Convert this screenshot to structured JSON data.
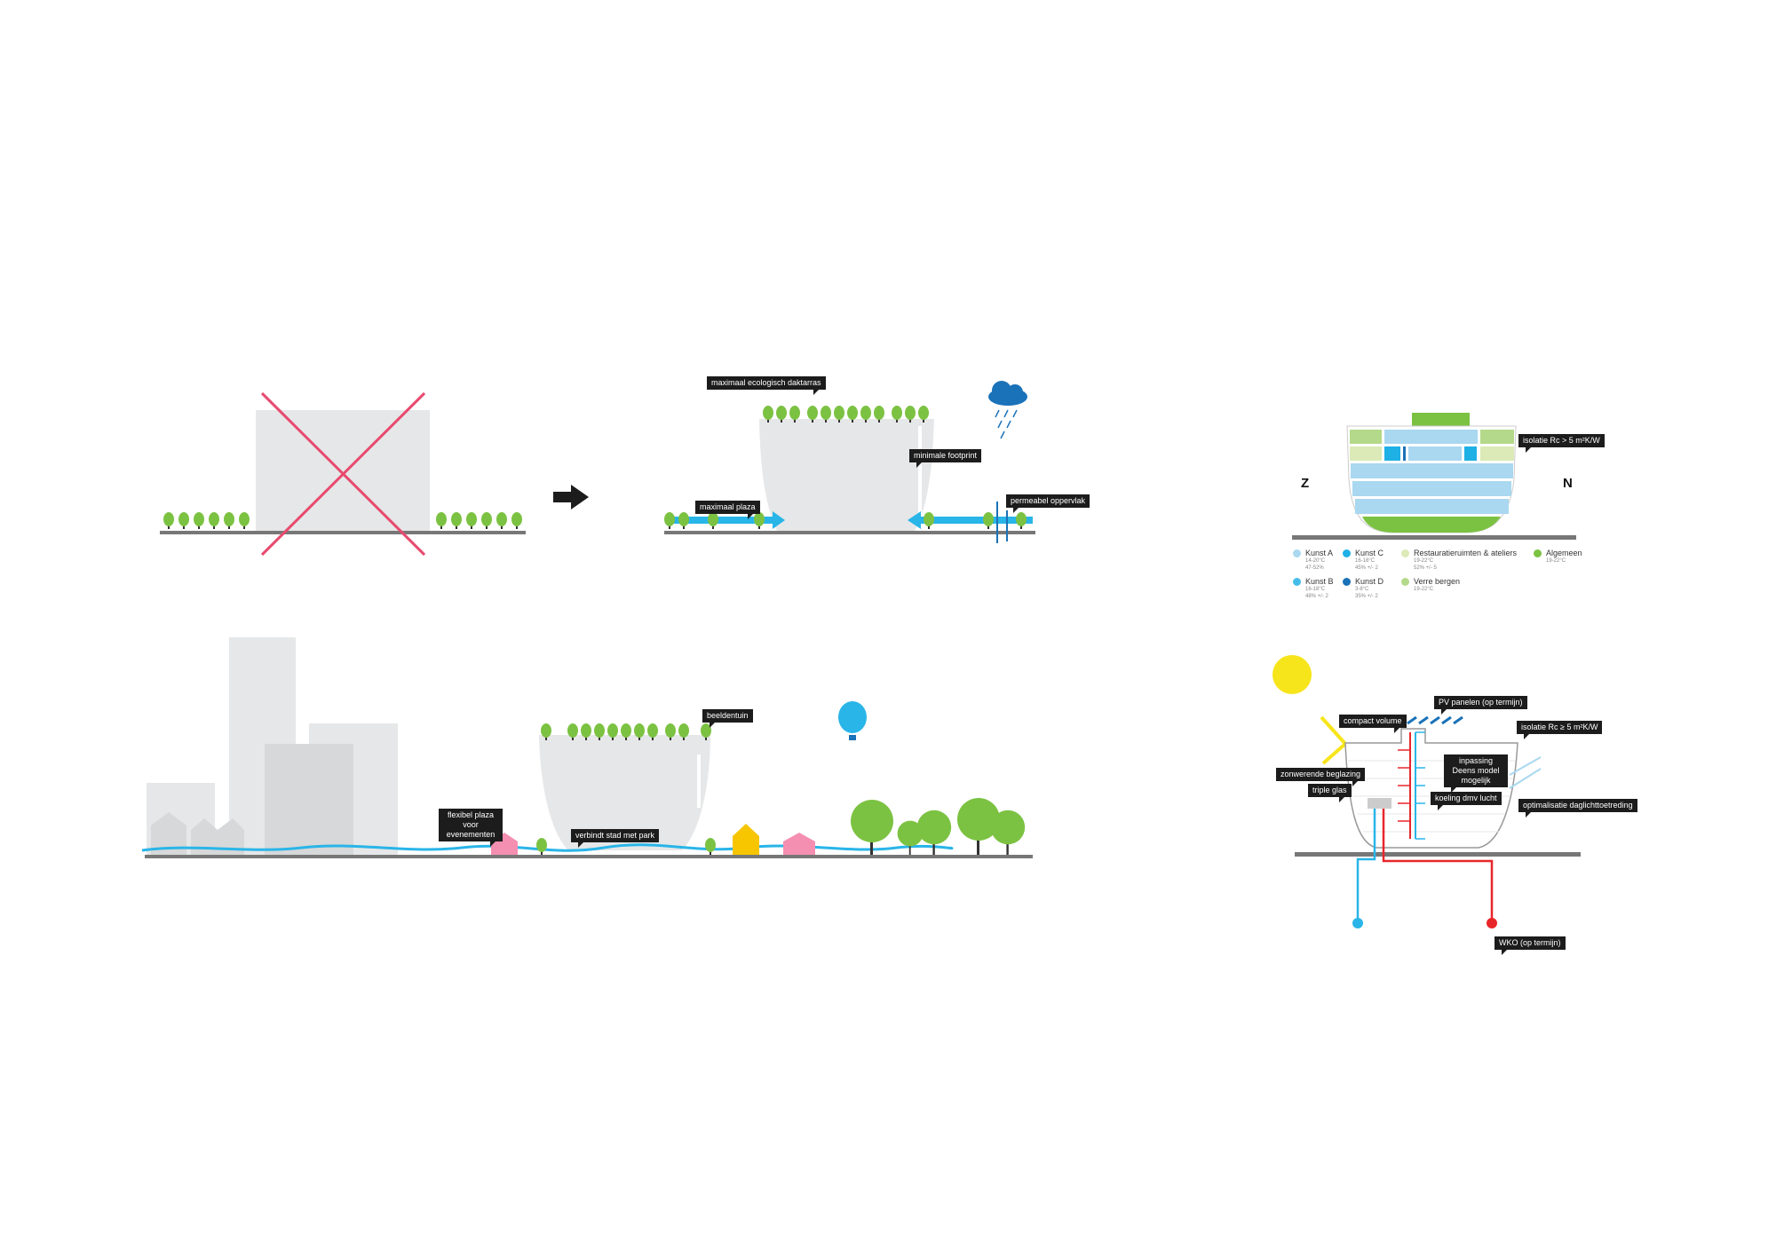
{
  "panel_current": {
    "labels": {}
  },
  "panel_concept": {
    "labels": {
      "roof": "maximaal ecologisch daktarras",
      "footprint": "minimale footprint",
      "plaza": "maximaal plaza",
      "permeable": "permeabel oppervlak"
    }
  },
  "panel_climate": {
    "label_insulation": "isolatie Rc > 5 m²K/W",
    "south": "Z",
    "north": "N",
    "legend": [
      {
        "name": "Kunst A",
        "line1": "14-20°C",
        "line2": "47-52%",
        "color": "#a9d8f0"
      },
      {
        "name": "Kunst C",
        "line1": "16-18°C",
        "line2": "45% +/- 2",
        "color": "#1fb0e6"
      },
      {
        "name": "Restauratieruimten & ateliers",
        "line1": "19-22°C",
        "line2": "52% +/- 5",
        "color": "#dbeab6"
      },
      {
        "name": "Algemeen",
        "line1": "19-22°C",
        "line2": "",
        "color": "#7cc242"
      },
      {
        "name": "Kunst B",
        "line1": "16-18°C",
        "line2": "48% +/- 2",
        "color": "#45bde9"
      },
      {
        "name": "Kunst D",
        "line1": "3-8°C",
        "line2": "35% +/- 2",
        "color": "#1a72b8"
      },
      {
        "name": "Verre bergen",
        "line1": "19-22°C",
        "line2": "",
        "color": "#b4d98a"
      }
    ]
  },
  "panel_city": {
    "labels": {
      "plaza": "flexibel plaza voor evenementen",
      "connect": "verbindt stad met park",
      "sculpture": "beeldentuin"
    }
  },
  "panel_energy": {
    "labels": {
      "pv": "PV panelen (op termijn)",
      "compact": "compact volume",
      "insulation": "isolatie Rc ≥ 5 m²K/W",
      "sunshade": "zonwerende beglazing",
      "triple": "triple glas",
      "deens": "inpassing Deens model mogelijk",
      "cooling": "koeling dmv lucht",
      "daylight": "optimalisatie daglichttoetreding",
      "wko": "WKO (op termijn)"
    }
  }
}
